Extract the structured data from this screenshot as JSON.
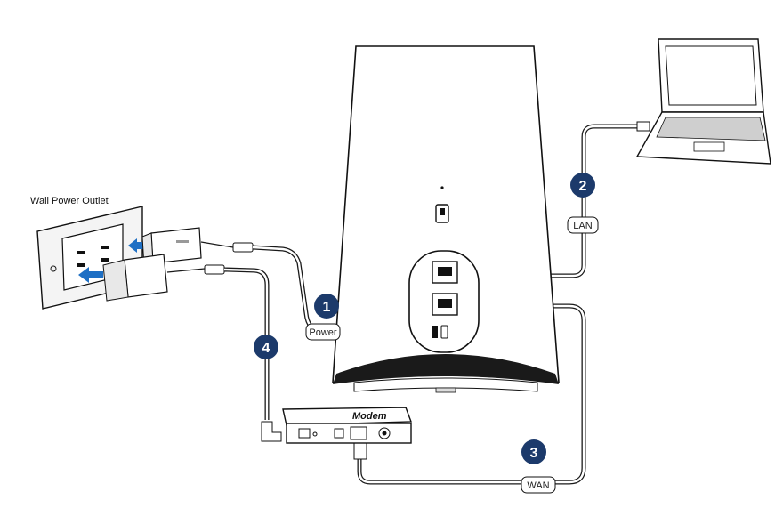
{
  "wall_outlet": {
    "label": "Wall Power Outlet"
  },
  "modem": {
    "label": "Modem"
  },
  "steps": [
    {
      "number": "1",
      "tag": "Power"
    },
    {
      "number": "2",
      "tag": "LAN"
    },
    {
      "number": "3",
      "tag": "WAN"
    },
    {
      "number": "4",
      "tag": ""
    }
  ],
  "colors": {
    "step_badge": "#1c3a6b",
    "arrow_blue": "#1e6fc4",
    "line": "#1a1a1a"
  }
}
